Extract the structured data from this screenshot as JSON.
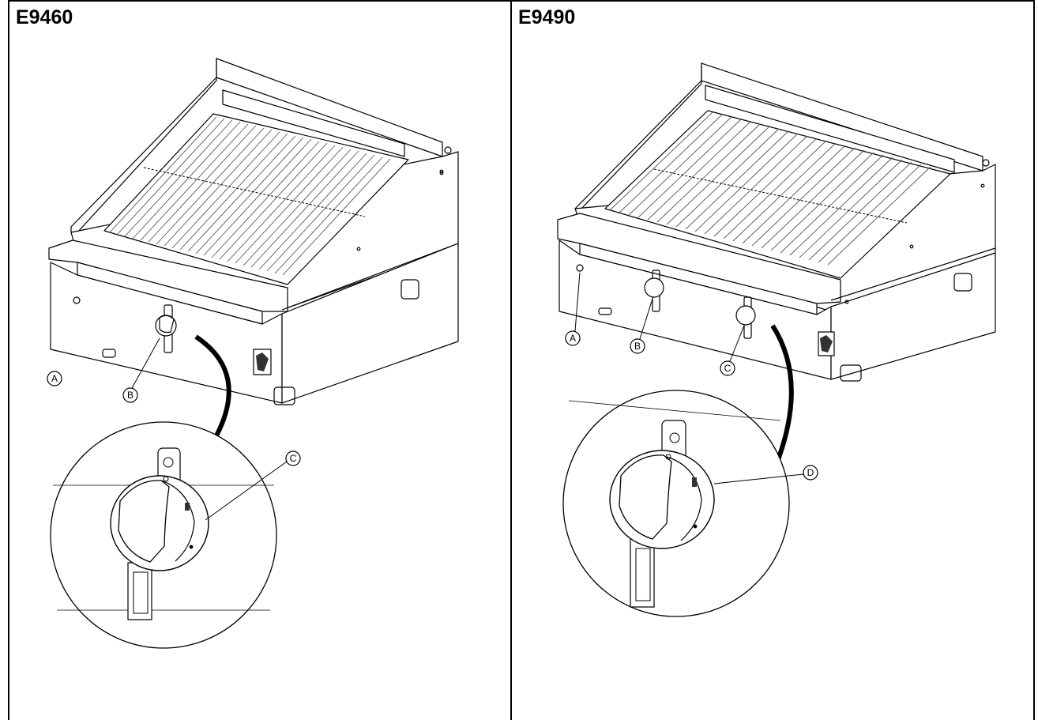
{
  "panels": [
    {
      "model": "E9460",
      "callouts": {
        "A": "A",
        "B": "B",
        "C": "C"
      }
    },
    {
      "model": "E9490",
      "callouts": {
        "A": "A",
        "B": "B",
        "C": "C",
        "D": "D"
      }
    }
  ]
}
